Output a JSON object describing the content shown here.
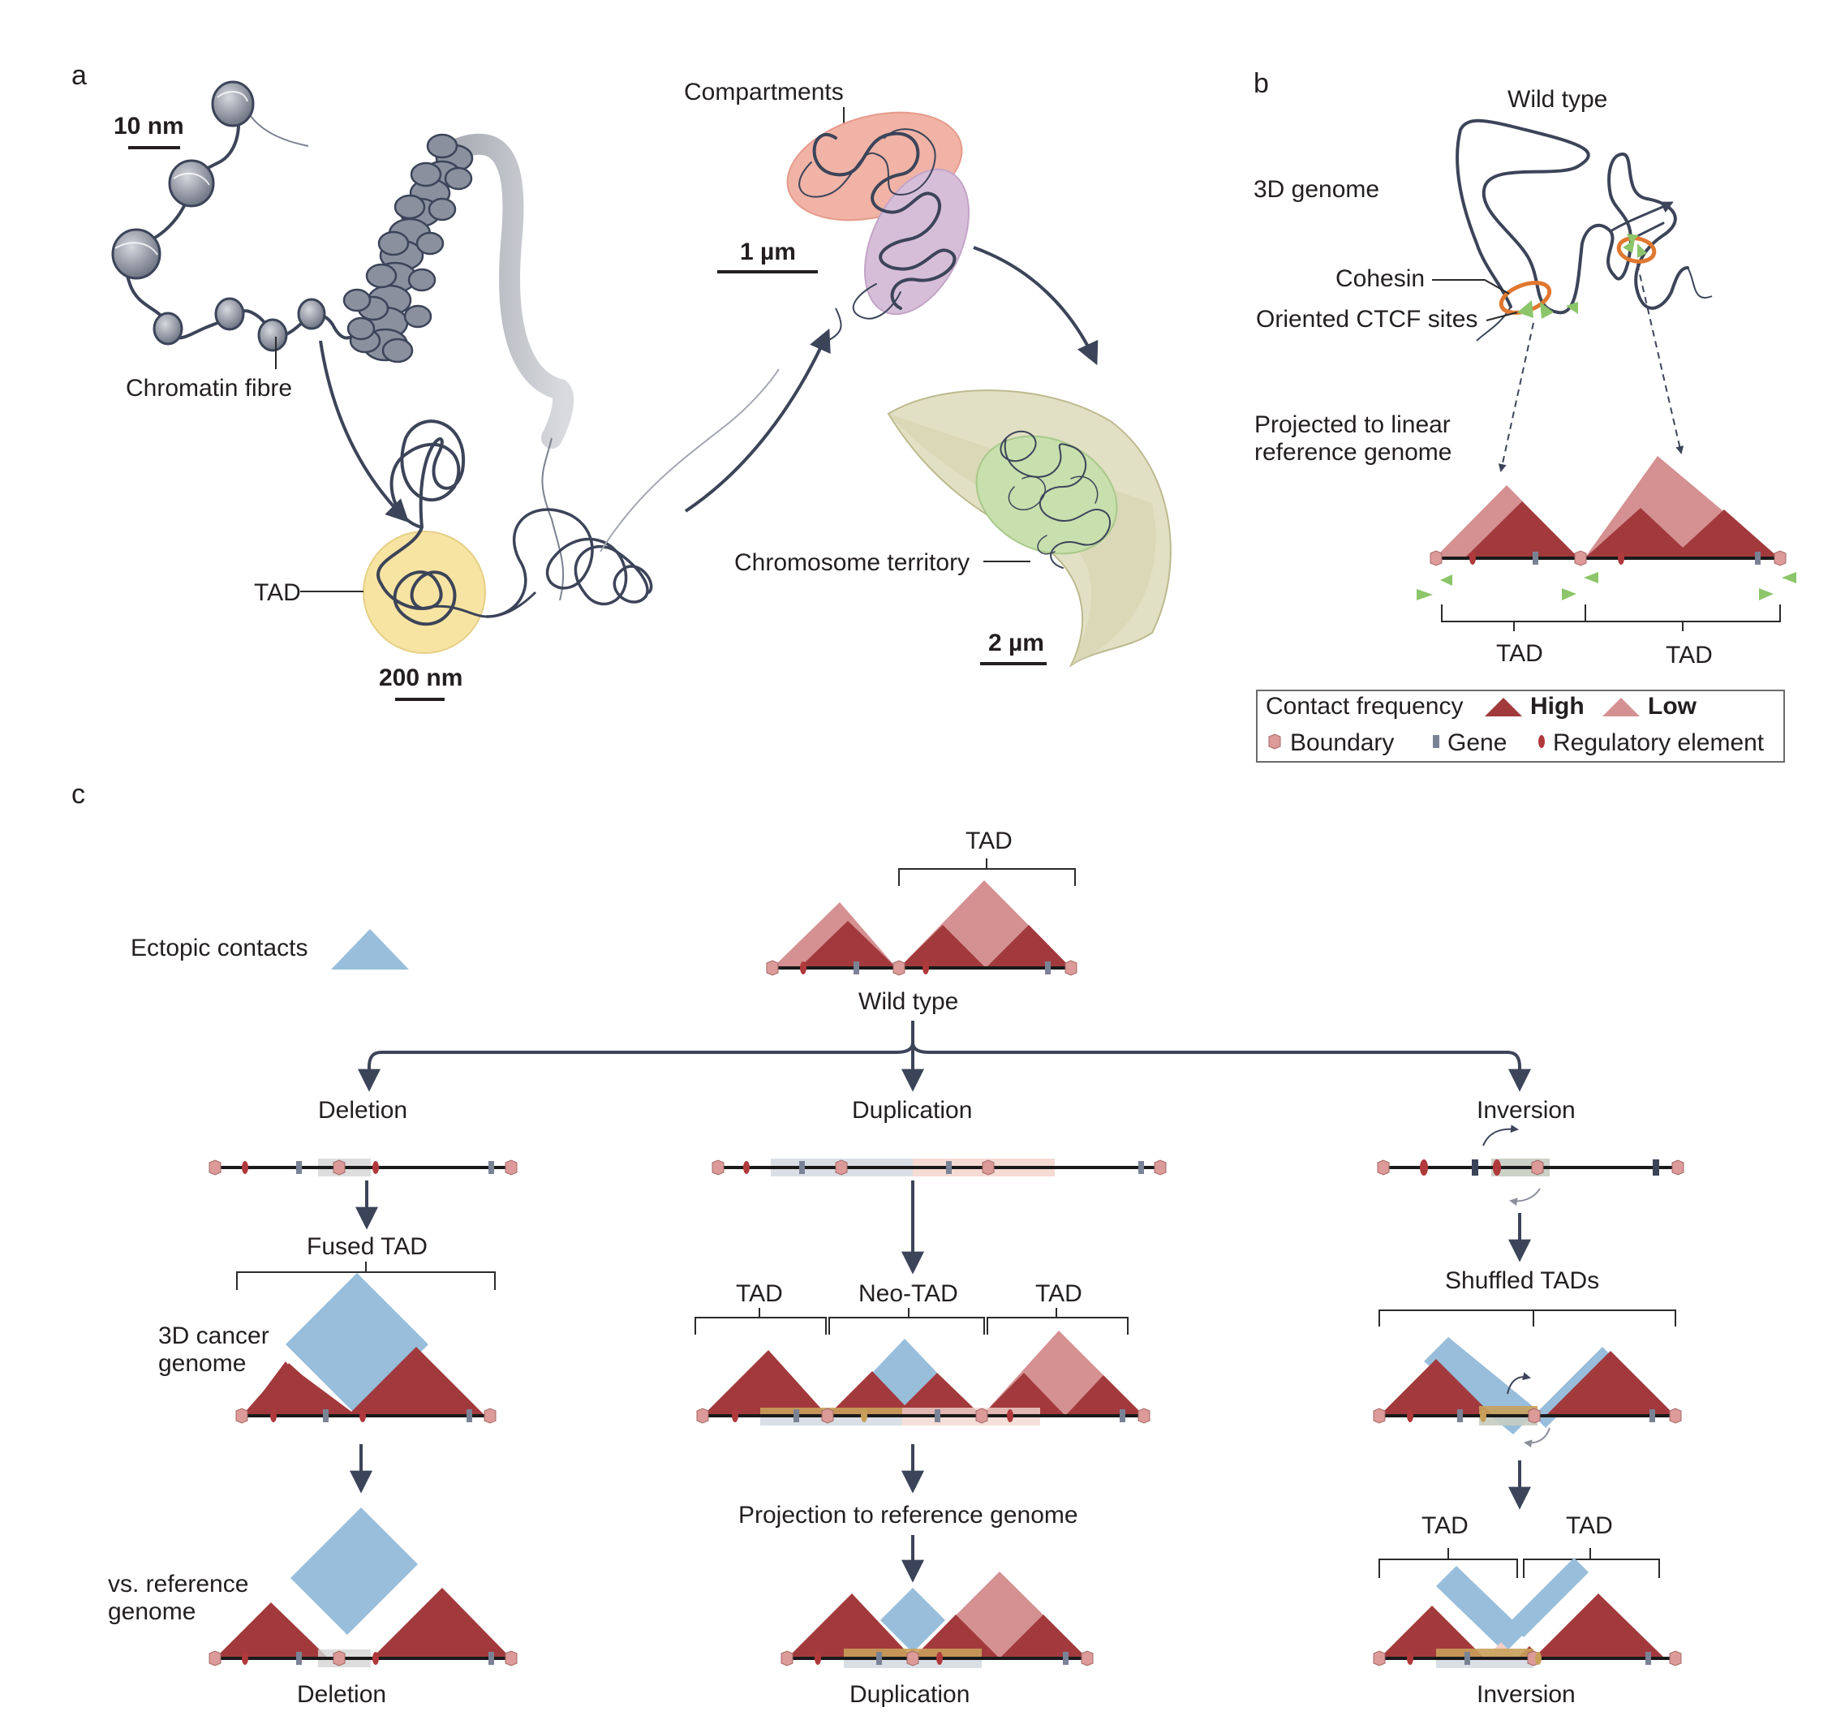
{
  "panels": {
    "a": "a",
    "b": "b",
    "c": "c"
  },
  "panel_a": {
    "scale_10nm": "10 nm",
    "chromatin_fibre": "Chromatin fibre",
    "tad": "TAD",
    "scale_200nm": "200 nm",
    "compartments": "Compartments",
    "scale_1um": "1 µm",
    "chromosome_territory": "Chromosome territory",
    "scale_2um": "2 µm"
  },
  "panel_b": {
    "wild_type": "Wild type",
    "genome_3d": "3D genome",
    "cohesin": "Cohesin",
    "ctcf_sites": "Oriented CTCF sites",
    "projected_line1": "Projected to linear",
    "projected_line2": "reference genome",
    "tad_left": "TAD",
    "tad_right": "TAD",
    "legend": {
      "contact_frequency": "Contact frequency",
      "high": "High",
      "low": "Low",
      "boundary": "Boundary",
      "gene": "Gene",
      "regulatory_element": "Regulatory element"
    }
  },
  "panel_c": {
    "tad_top": "TAD",
    "ectopic_contacts": "Ectopic contacts",
    "wild_type": "Wild type",
    "deletion": {
      "title": "Deletion",
      "fused_tad": "Fused TAD",
      "cancer_line1": "3D cancer",
      "cancer_line2": "genome",
      "ref_line1": "vs. reference",
      "ref_line2": "genome",
      "bottom": "Deletion"
    },
    "duplication": {
      "title": "Duplication",
      "tad_left": "TAD",
      "neo_tad": "Neo-TAD",
      "tad_right": "TAD",
      "projection": "Projection to reference genome",
      "bottom": "Duplication"
    },
    "inversion": {
      "title": "Inversion",
      "shuffled": "Shuffled TADs",
      "tad_left": "TAD",
      "tad_right": "TAD",
      "bottom": "Inversion"
    }
  },
  "colors": {
    "high_contact": "#a23a3d",
    "low_contact": "#d59092",
    "ectopic": "#98bedb",
    "boundary": "#dc9a98",
    "gene": "#7a8396",
    "regulatory": "#b0393b",
    "tad_circle": "#f8e4a2",
    "compartment_a": "#f0b3a6",
    "compartment_b": "#d6bed8",
    "territory_shell": "#e2e0c4",
    "territory_green": "#c8dfae",
    "ctcf": "#8cc56a",
    "cohesin": "#e0782f"
  }
}
